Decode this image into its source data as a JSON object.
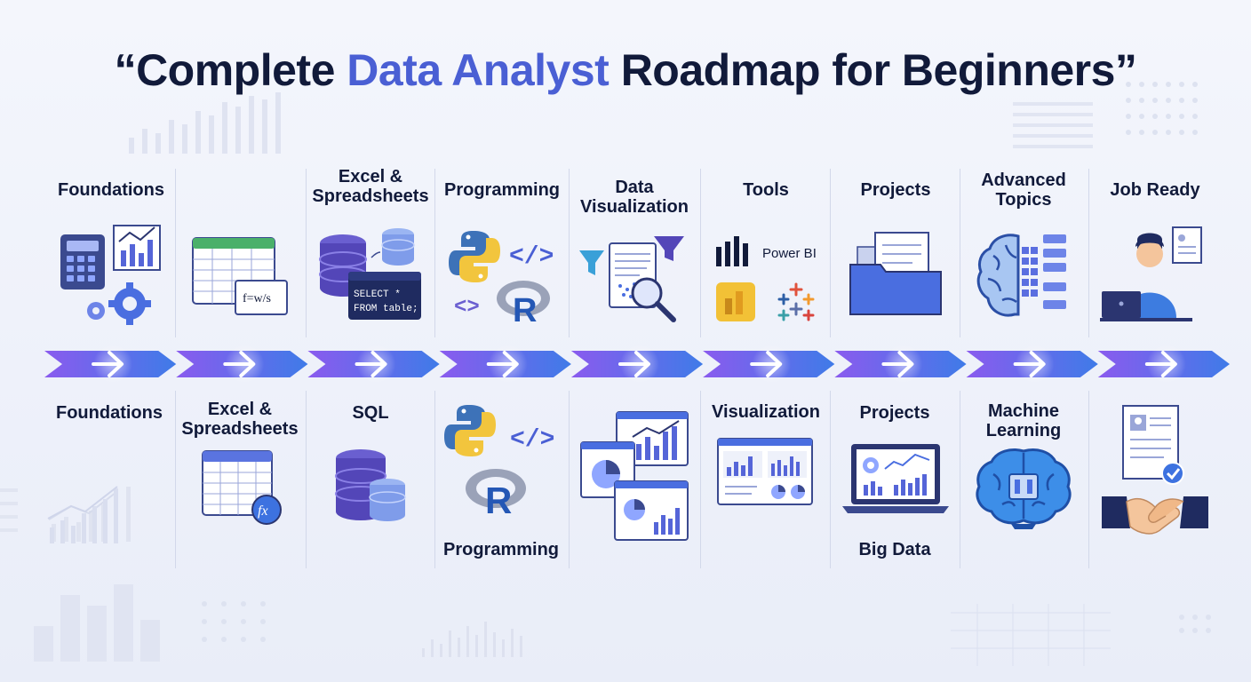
{
  "title": {
    "prefix": "“Complete ",
    "accent": "Data Analyst",
    "suffix": " Roadmap for Beginners”"
  },
  "top_row": [
    {
      "label": "Foundations",
      "icon": "calculator-chart-gear-icon"
    },
    {
      "label": "",
      "icon": "spreadsheet-formula-icon",
      "formula": "f=w/s"
    },
    {
      "label": "Excel &\nSpreadsheets",
      "icon": "database-sql-icon",
      "code": [
        "SELECT *",
        "FROM table;"
      ]
    },
    {
      "label": "Programming",
      "icon": "python-r-code-icon"
    },
    {
      "label": "Data\nVisualization",
      "icon": "funnel-report-magnifier-icon"
    },
    {
      "label": "Tools",
      "icon": "powerbi-tableau-icon",
      "tool": "Power BI"
    },
    {
      "label": "Projects",
      "icon": "folder-documents-icon"
    },
    {
      "label": "Advanced\nTopics",
      "icon": "brain-network-icon"
    },
    {
      "label": "Job Ready",
      "icon": "person-laptop-icon"
    }
  ],
  "bottom_row": [
    {
      "label": "Foundations",
      "icon": "line-chart-icon"
    },
    {
      "label": "Excel &\nSpreadsheets",
      "icon": "spreadsheet-fx-icon"
    },
    {
      "label": "SQL",
      "icon": "database-icon"
    },
    {
      "label": "Programming",
      "icon": "python-r-icon"
    },
    {
      "label": "",
      "icon": "dashboards-icon"
    },
    {
      "label": "Visualization",
      "icon": "dashboard-charts-icon"
    },
    {
      "label": "Projects",
      "sublabel": "Big Data",
      "icon": "laptop-dashboard-icon"
    },
    {
      "label": "Machine\nLearning",
      "icon": "brain-chip-icon"
    },
    {
      "label": "",
      "icon": "resume-handshake-icon"
    }
  ],
  "arrow_count": 9,
  "colors": {
    "navy": "#111a3a",
    "accent": "#4a5fd4",
    "arrow_start": "#8d5cf0",
    "arrow_end": "#3f7be8",
    "divider": "#d2d8ea"
  }
}
